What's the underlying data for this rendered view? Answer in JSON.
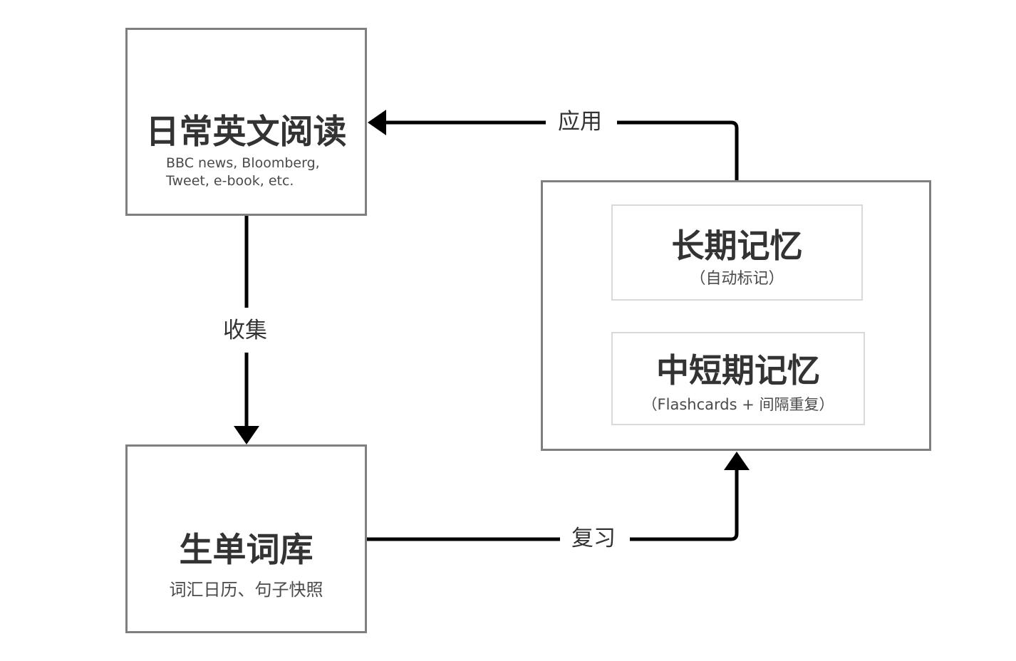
{
  "nodes": {
    "reading": {
      "title": "日常英文阅读",
      "subtitle_line1": "BBC news, Bloomberg,",
      "subtitle_line2": "Tweet, e-book, etc."
    },
    "vocab": {
      "title": "生单词库",
      "subtitle": "词汇日历、句子快照"
    },
    "memory": {
      "long_term": {
        "title": "长期记忆",
        "subtitle": "（自动标记）"
      },
      "short_term": {
        "title": "中短期记忆",
        "subtitle": "（Flashcards + 间隔重复）"
      }
    }
  },
  "edges": {
    "collect": "收集",
    "review": "复习",
    "apply": "应用"
  },
  "colors": {
    "box_border": "#7f7f7f",
    "inner_border": "#d9d9d9",
    "arrow": "#000000",
    "text": "#333333"
  }
}
